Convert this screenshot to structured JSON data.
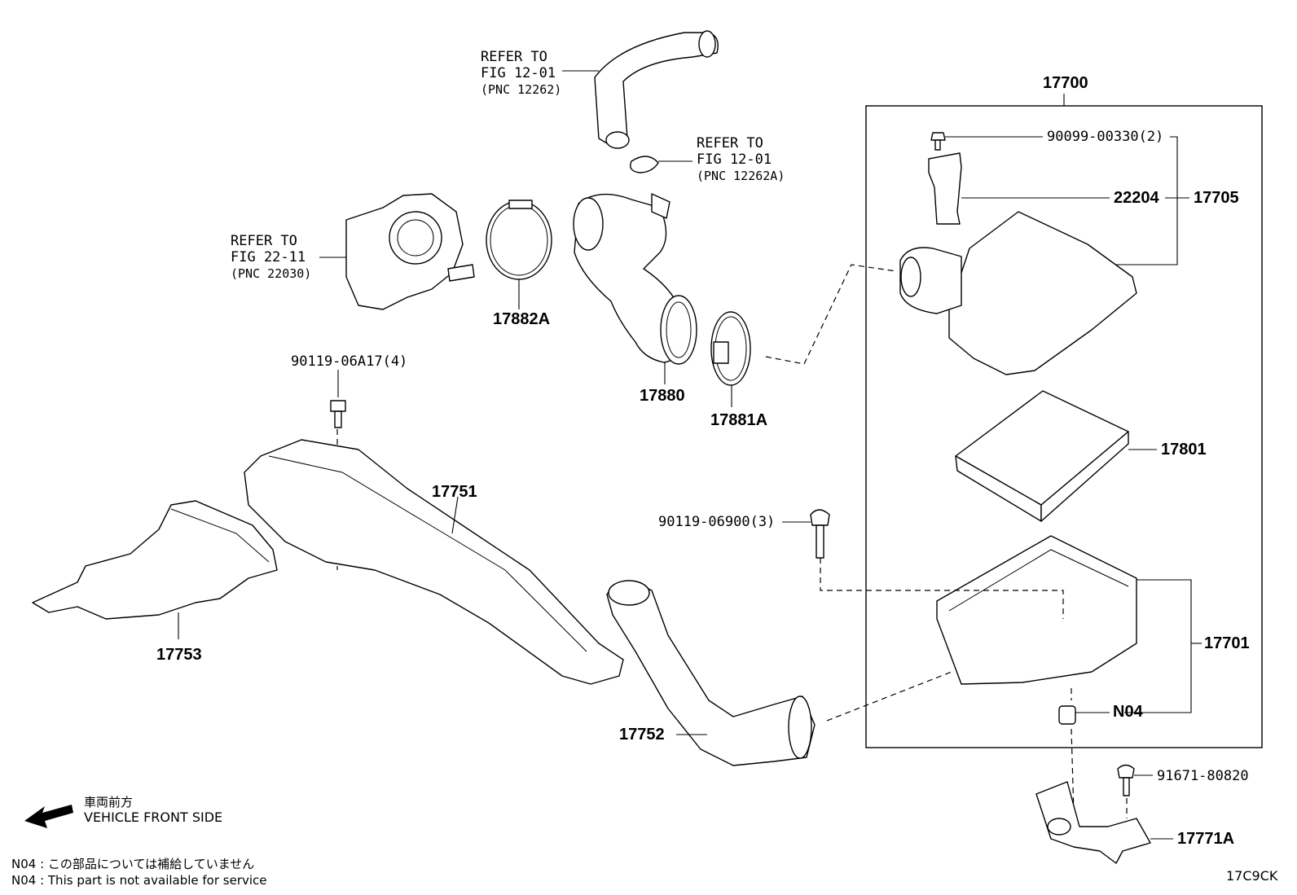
{
  "diagram_id": "17C9CK",
  "assembly": {
    "number": "17700"
  },
  "references": [
    {
      "lines": [
        "REFER TO",
        "FIG 12-01",
        "(PNC 12262)"
      ]
    },
    {
      "lines": [
        "REFER TO",
        "FIG 12-01",
        "(PNC 12262A)"
      ]
    },
    {
      "lines": [
        "REFER TO",
        "FIG 22-11",
        "(PNC 22030)"
      ]
    }
  ],
  "parts": {
    "p17882A": "17882A",
    "p17880": "17880",
    "p17881A": "17881A",
    "p17751": "17751",
    "p17753": "17753",
    "p17752": "17752",
    "p17705": "17705",
    "p22204": "22204",
    "p17801": "17801",
    "p17701": "17701",
    "p17771A": "17771A",
    "pN04": "N04",
    "bolt_90099": "90099-00330(2)",
    "bolt_90119a": "90119-06A17(4)",
    "bolt_90119b": "90119-06900(3)",
    "bolt_91671": "91671-80820"
  },
  "direction": {
    "jp": "車両前方",
    "en": "VEHICLE FRONT SIDE"
  },
  "notes": [
    "N04 : この部品については補給していません",
    "N04 : This part is not available for service"
  ]
}
